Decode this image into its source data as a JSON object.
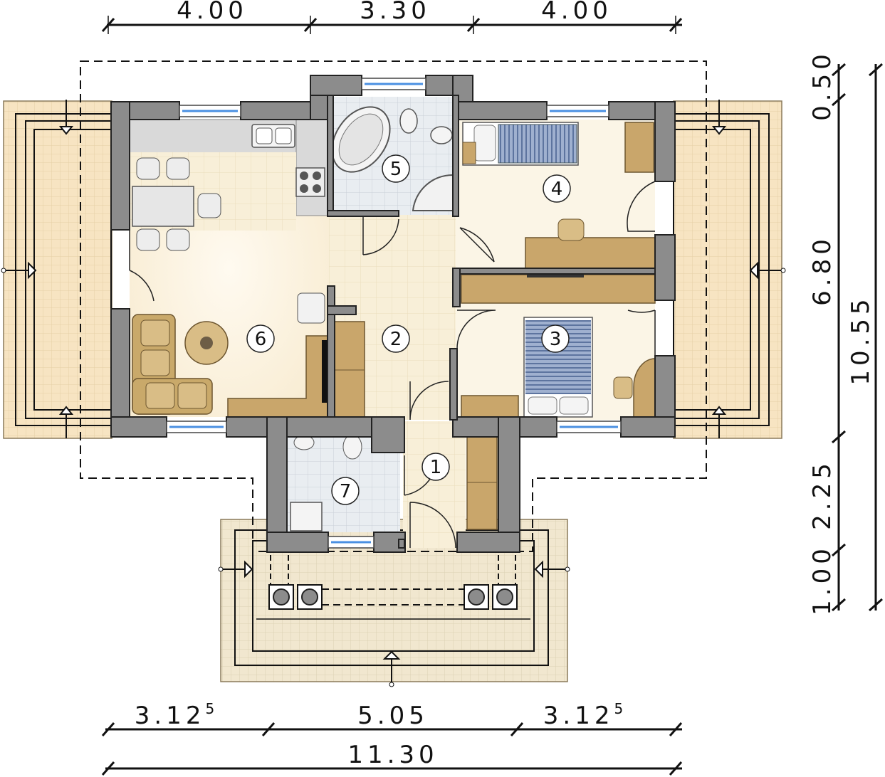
{
  "plan": {
    "dimensions_top": [
      "4.00",
      "3.30",
      "4.00"
    ],
    "dimensions_bottom": [
      {
        "main": "3.12",
        "sup": "5"
      },
      {
        "main": "5.05",
        "sup": ""
      },
      {
        "main": "3.12",
        "sup": "5"
      }
    ],
    "dimension_total_bottom": "11.30",
    "dimensions_right": [
      "0.50",
      "6.80",
      "2.25",
      "1.00"
    ],
    "dimension_total_right": "10.55",
    "rooms": [
      {
        "id": "room-1",
        "label": "1"
      },
      {
        "id": "room-2",
        "label": "2"
      },
      {
        "id": "room-3",
        "label": "3"
      },
      {
        "id": "room-4",
        "label": "4"
      },
      {
        "id": "room-5",
        "label": "5"
      },
      {
        "id": "room-6",
        "label": "6"
      },
      {
        "id": "room-7",
        "label": "7"
      }
    ]
  },
  "colors": {
    "wall": "#8c8c8c",
    "wall_stroke": "#222222",
    "floor_living": "#fbf3dc",
    "floor_tile": "#f6eed8",
    "terrace": "#f6e2bf",
    "porch": "#efe6cc",
    "furniture": "#c9a66b",
    "bed_stripe": "#6f86b0",
    "bathroom_tile": "#e3e7ec"
  }
}
